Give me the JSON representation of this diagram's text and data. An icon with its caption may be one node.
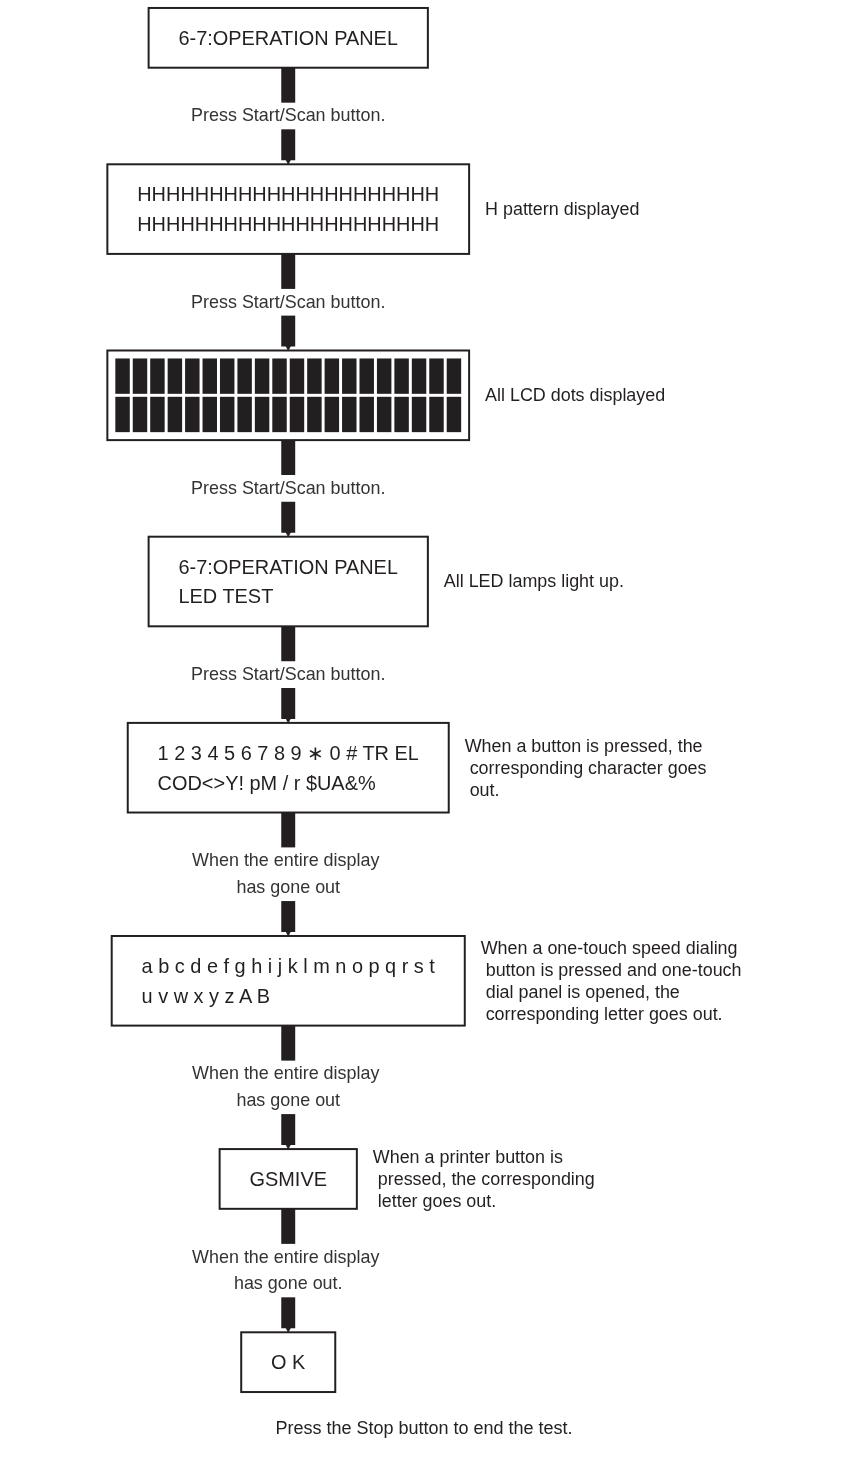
{
  "diagram": {
    "nodes": [
      {
        "text": [
          "6-7:OPERATION PANEL"
        ]
      },
      {
        "text": [
          "HHHHHHHHHHHHHHHHHHHHH",
          "HHHHHHHHHHHHHHHHHHHHH"
        ],
        "beside": [
          "H pattern displayed"
        ]
      },
      {
        "text": [],
        "shape": "box",
        "beside": [
          "All LCD dots displayed"
        ]
      },
      {
        "text": [
          "6-7:OPERATION PANEL",
          "LED TEST"
        ],
        "beside": [
          "All LED lamps light up."
        ]
      },
      {
        "text": [
          "1 2 3 4 5 6 7 8 9 ∗ 0 # TR EL",
          "COD<>Y! pM / r $UA&%"
        ],
        "beside": [
          "When a button is pressed, the corresponding character goes out."
        ]
      },
      {
        "text": [
          "a b c d e f g h i j k l m n o p q r s t",
          "u v w x y z A B"
        ],
        "beside": [
          "When a one-touch speed dialing button is pressed and one-touch dial panel is opened, the corresponding letter goes out."
        ]
      },
      {
        "text": [
          "GSMIVE"
        ],
        "beside": [
          "When a printer button is pressed, the corresponding letter goes out."
        ]
      },
      {
        "text": [
          "O K"
        ]
      }
    ],
    "edges": [
      {
        "from": 0,
        "to": 1,
        "arrow": "to",
        "label": "Press Start/Scan button."
      },
      {
        "from": 1,
        "to": 2,
        "arrow": "to",
        "label": "Press Start/Scan button."
      },
      {
        "from": 2,
        "to": 3,
        "arrow": "to",
        "label": "Press Start/Scan button."
      },
      {
        "from": 3,
        "to": 4,
        "arrow": "to",
        "label": "Press Start/Scan button."
      },
      {
        "from": 4,
        "to": 5,
        "arrow": "to",
        "label": "When the entire display has gone out"
      },
      {
        "from": 5,
        "to": 6,
        "arrow": "to",
        "label": "When the entire display has gone out"
      },
      {
        "from": 6,
        "to": 7,
        "arrow": "to",
        "label": "When the entire display has gone out."
      }
    ],
    "labels": [
      "Press the Stop button to end the test."
    ]
  }
}
